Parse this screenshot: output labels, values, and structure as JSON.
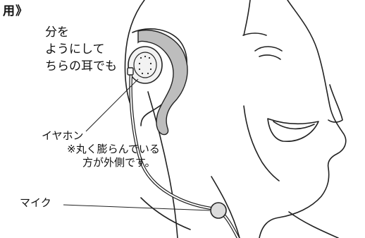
{
  "heading": "用》",
  "instructions": [
    "分を",
    "ようにして",
    "ちらの耳でも"
  ],
  "callouts": {
    "earphone_label": "イヤホン",
    "earphone_note_line1": "※丸く膨らんでいる",
    "earphone_note_line2": "方が外側です。",
    "mic_label": "マイク"
  },
  "colors": {
    "line": "#222222",
    "ear_hook_fill": "#bdbdbd",
    "earpiece_fill": "#f2f2f2",
    "text": "#111111"
  }
}
